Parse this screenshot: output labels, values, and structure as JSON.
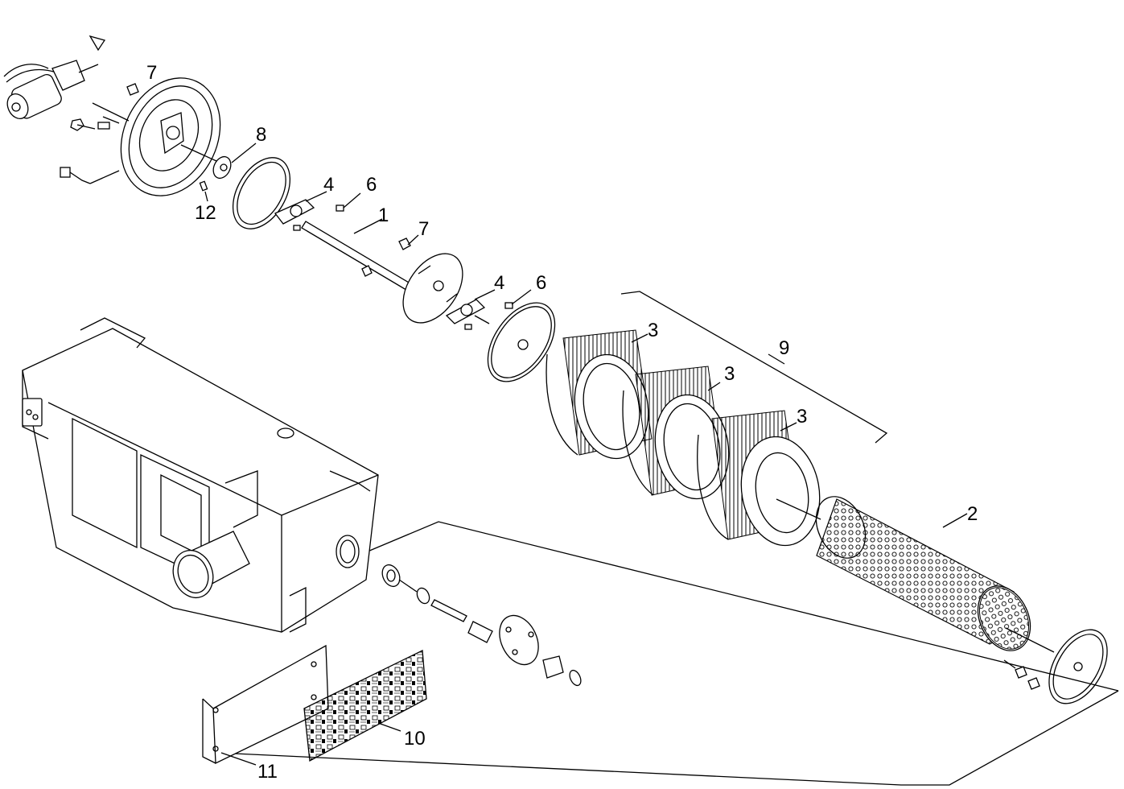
{
  "diagram": {
    "callouts": {
      "c1": "1",
      "c2": "2",
      "c3a": "3",
      "c3b": "3",
      "c3c": "3",
      "c4a": "4",
      "c4b": "4",
      "c6a": "6",
      "c6b": "6",
      "c7a": "7",
      "c7b": "7",
      "c8": "8",
      "c9": "9",
      "c10": "10",
      "c11": "11",
      "c12": "12"
    }
  }
}
